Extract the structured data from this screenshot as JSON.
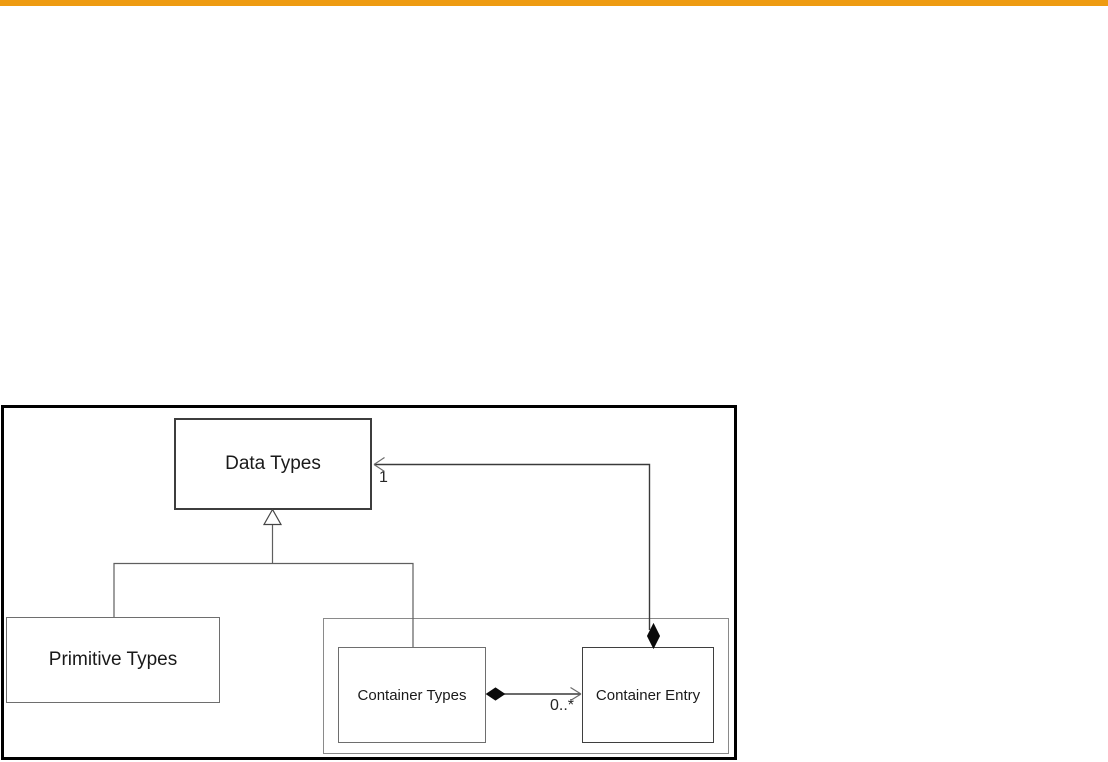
{
  "page": {
    "background": "#ffffff"
  },
  "accent_bar": {
    "color": "#EE9B11"
  },
  "uml": {
    "colors": {
      "frame_border": "#000000",
      "box_border": "#6e6e6e",
      "line": "#3a3a3a",
      "diamond_fill": "#0a0a0a"
    },
    "classes": [
      {
        "id": "data-types",
        "label": "Data Types"
      },
      {
        "id": "primitive-types",
        "label": "Primitive Types"
      },
      {
        "id": "container-types",
        "label": "Container Types"
      },
      {
        "id": "container-entry",
        "label": "Container Entry"
      }
    ],
    "relationships": [
      {
        "id": "generalization",
        "type": "inheritance",
        "from": [
          "Primitive Types",
          "Container Types"
        ],
        "to": "Data Types"
      },
      {
        "id": "entry-to-datatypes",
        "type": "composition",
        "from": "Container Entry",
        "to": "Data Types",
        "multiplicity": "1"
      },
      {
        "id": "types-to-entry",
        "type": "composition",
        "from": "Container Types",
        "to": "Container Entry",
        "multiplicity": "0..*"
      }
    ]
  }
}
